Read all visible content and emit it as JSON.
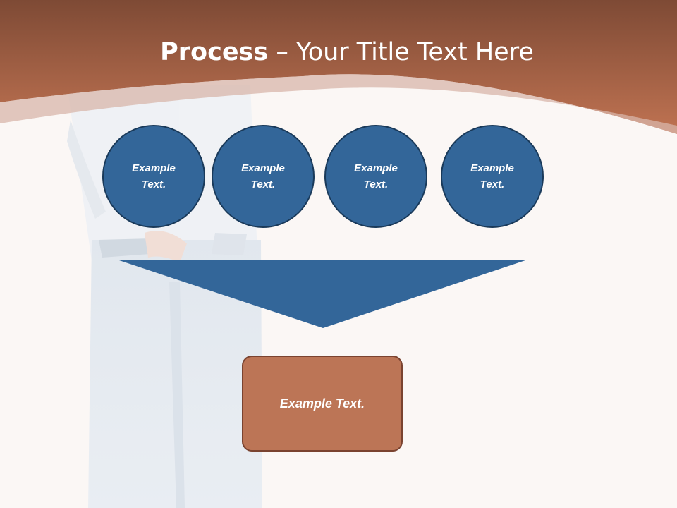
{
  "slide": {
    "title_bold": "Process",
    "title_rest": " – Your Title Text Here",
    "circles": [
      {
        "line1": "Example",
        "line2": "Text."
      },
      {
        "line1": "Example",
        "line2": "Text."
      },
      {
        "line1": "Example",
        "line2": "Text."
      },
      {
        "line1": "Example",
        "line2": "Text."
      }
    ],
    "result_box": "Example Text."
  },
  "colors": {
    "header": "#b86d4c",
    "circle_fill": "#336699",
    "box_fill": "#bc7556",
    "background": "#fbf7f5"
  }
}
